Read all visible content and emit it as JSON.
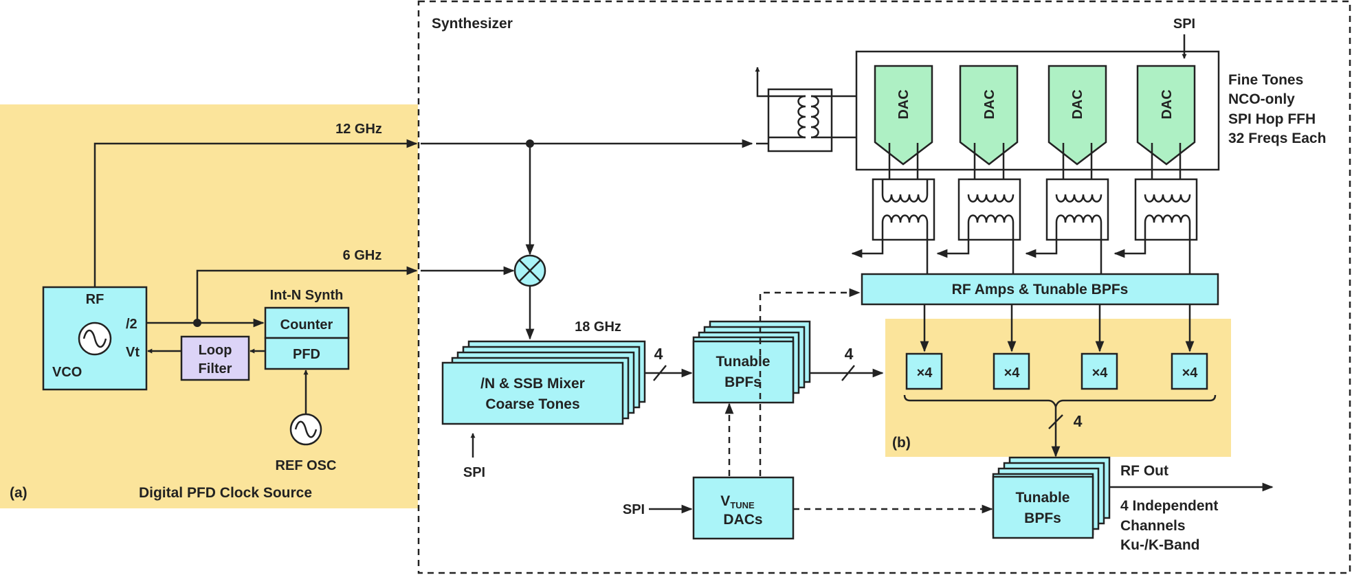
{
  "labels": {
    "freq_12": "12 GHz",
    "freq_6": "6 GHz",
    "freq_18": "18 GHz",
    "rf": "RF",
    "div2": "/2",
    "vt": "Vt",
    "vco": "VCO",
    "int_n": "Int-N Synth",
    "counter": "Counter",
    "pfd": "PFD",
    "loop_line1": "Loop",
    "loop_line2": "Filter",
    "ref_osc": "REF OSC",
    "panel_a_tag": "(a)",
    "panel_a_title": "Digital PFD Clock Source",
    "synth_title": "Synthesizer",
    "spi": "SPI",
    "dac": "DAC",
    "fine_tones": [
      "Fine Tones",
      "NCO-only",
      "SPI Hop FFH",
      "32 Freqs Each"
    ],
    "rf_amps": "RF Amps & Tunable BPFs",
    "mult": "×4",
    "bus_width": "4",
    "panel_b_tag": "(b)",
    "coarse_line1": "/N & SSB Mixer",
    "coarse_line2": "Coarse Tones",
    "tunable": "Tunable",
    "bpfs": "BPFs",
    "vtune_v": "V",
    "vtune_sub": "TUNE",
    "dacs": "DACs",
    "rf_out": "RF Out",
    "out_desc": [
      "4 Independent",
      "Channels",
      "Ku-/K-Band"
    ]
  },
  "colors": {
    "clock_panel": "#fbe49b",
    "block_fill": "#aaf4f8",
    "dac_fill": "#aef0c4",
    "loop_filter_fill": "#dcd4f7",
    "stroke": "#222222"
  }
}
